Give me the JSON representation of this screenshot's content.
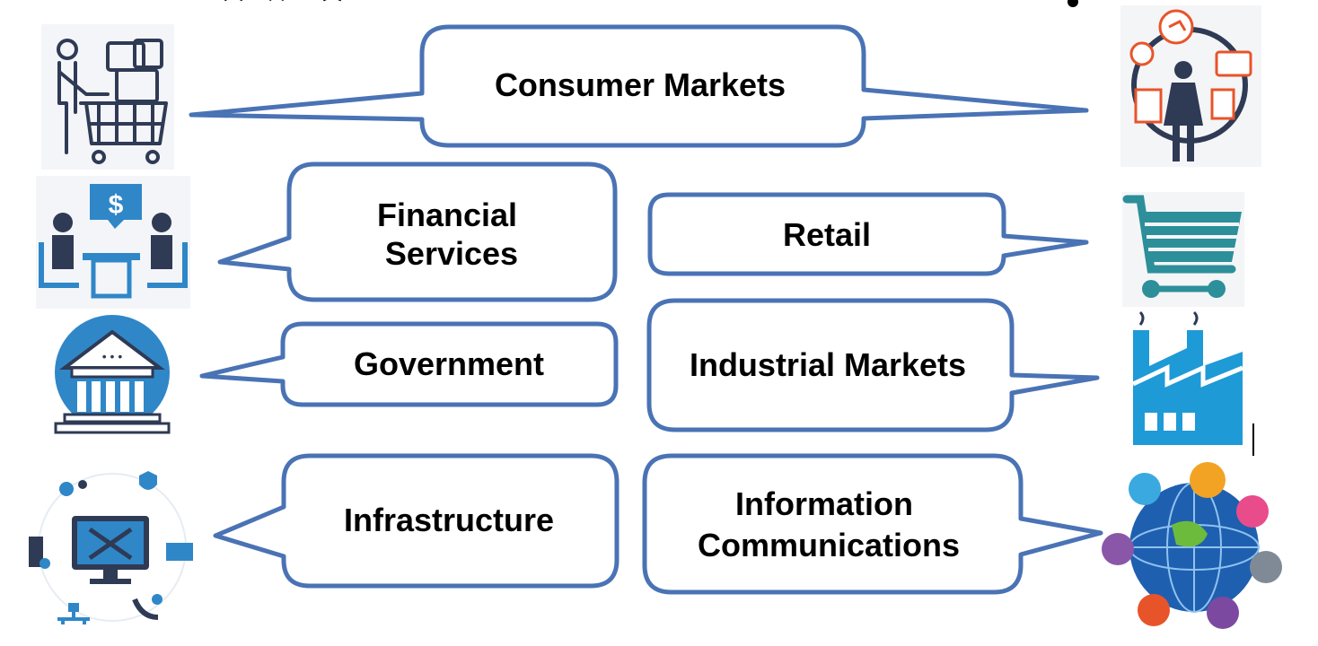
{
  "callouts": {
    "consumer_markets": {
      "lines": [
        "Consumer Markets"
      ]
    },
    "financial_services": {
      "lines": [
        "Financial",
        "Services"
      ]
    },
    "retail": {
      "lines": [
        "Retail"
      ]
    },
    "government": {
      "lines": [
        "Government"
      ]
    },
    "industrial_markets": {
      "lines": [
        "Industrial Markets"
      ]
    },
    "infrastructure": {
      "lines": [
        "Infrastructure"
      ]
    },
    "information_communications": {
      "lines": [
        "Information",
        "Communications"
      ]
    }
  },
  "colors": {
    "callout_border": "#4a73b5",
    "icon_navy": "#2f3a55",
    "icon_blue": "#2f87c8",
    "icon_cyan": "#1e9ad6",
    "icon_teal": "#2c8f9a",
    "icon_orange": "#e8542a"
  },
  "icons": [
    "shopping-cart-person-icon",
    "woman-shopping-icon",
    "financial-meeting-icon",
    "shopping-cart-icon",
    "government-building-icon",
    "factory-icon",
    "computer-network-icon",
    "globe-communications-icon"
  ]
}
